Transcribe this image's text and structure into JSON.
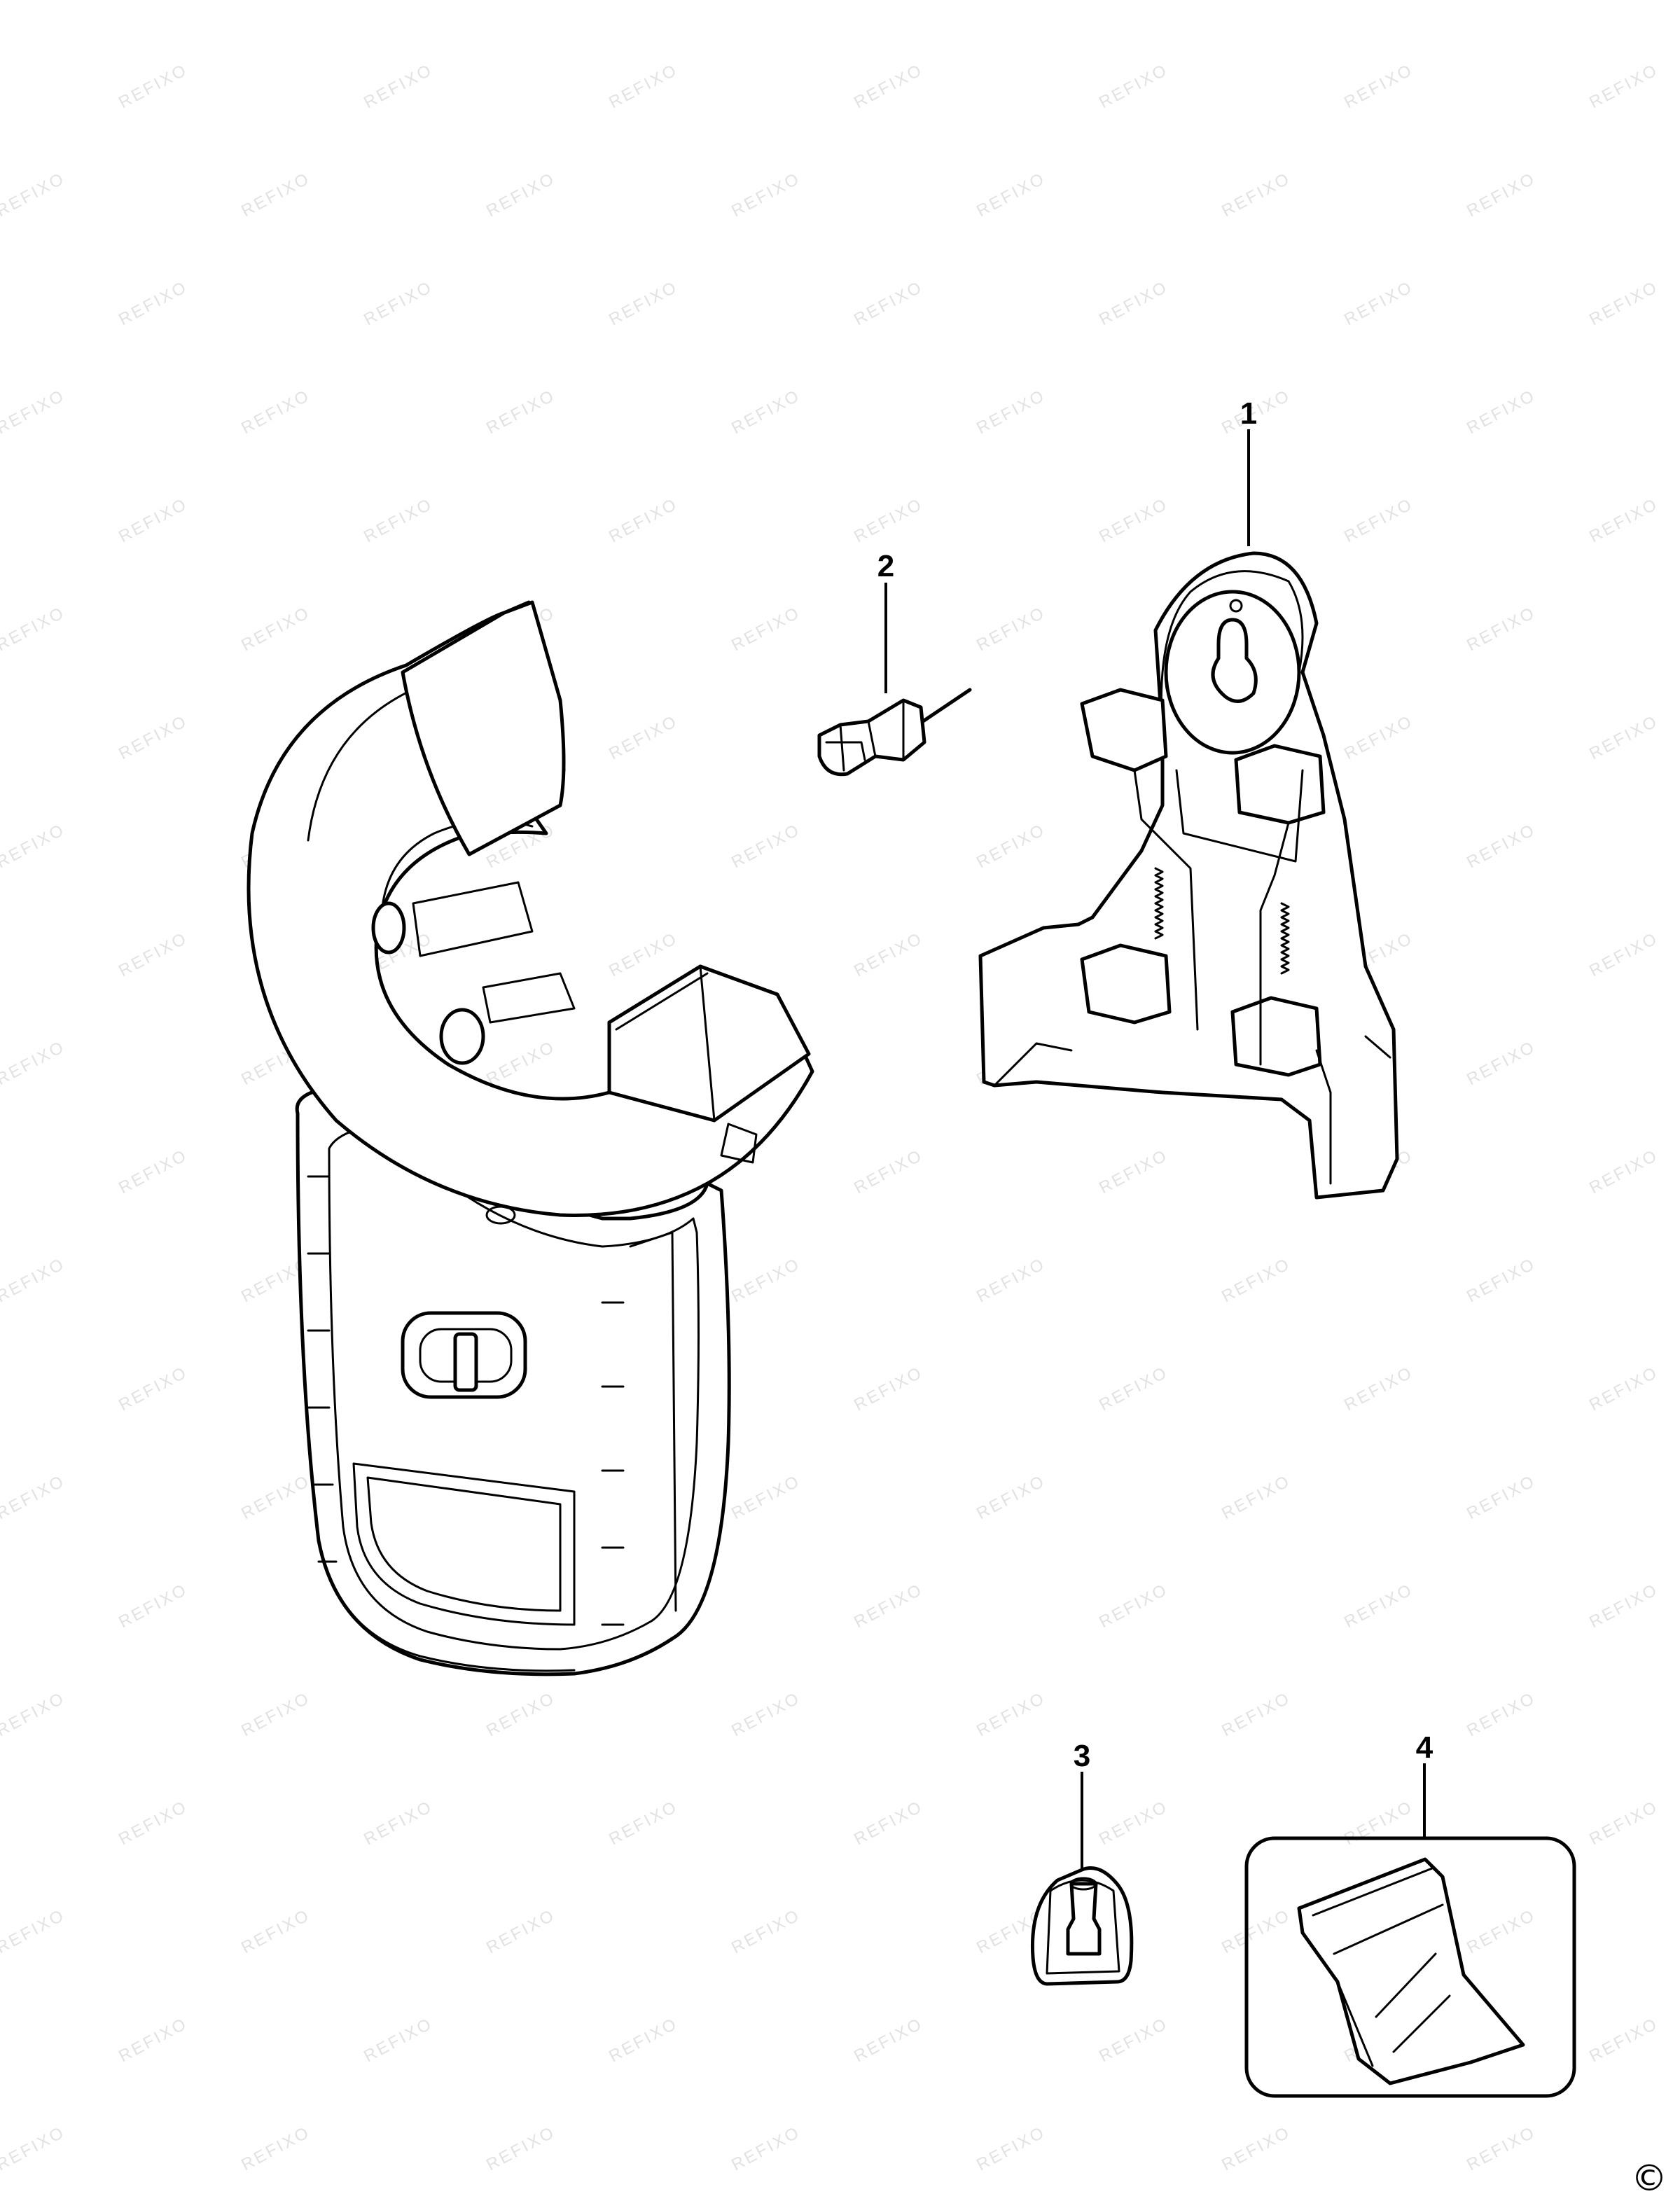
{
  "watermark": {
    "text": "REFIXO"
  },
  "parts": [
    {
      "number": "1",
      "icon": "wall-mount-bracket-icon"
    },
    {
      "number": "2",
      "icon": "push-pin-icon"
    },
    {
      "number": "3",
      "icon": "plug-adapter-icon"
    },
    {
      "number": "4",
      "icon": "parts-bag-icon"
    }
  ],
  "main_unit": {
    "icon": "laser-level-unit-icon"
  },
  "copyright": "©"
}
